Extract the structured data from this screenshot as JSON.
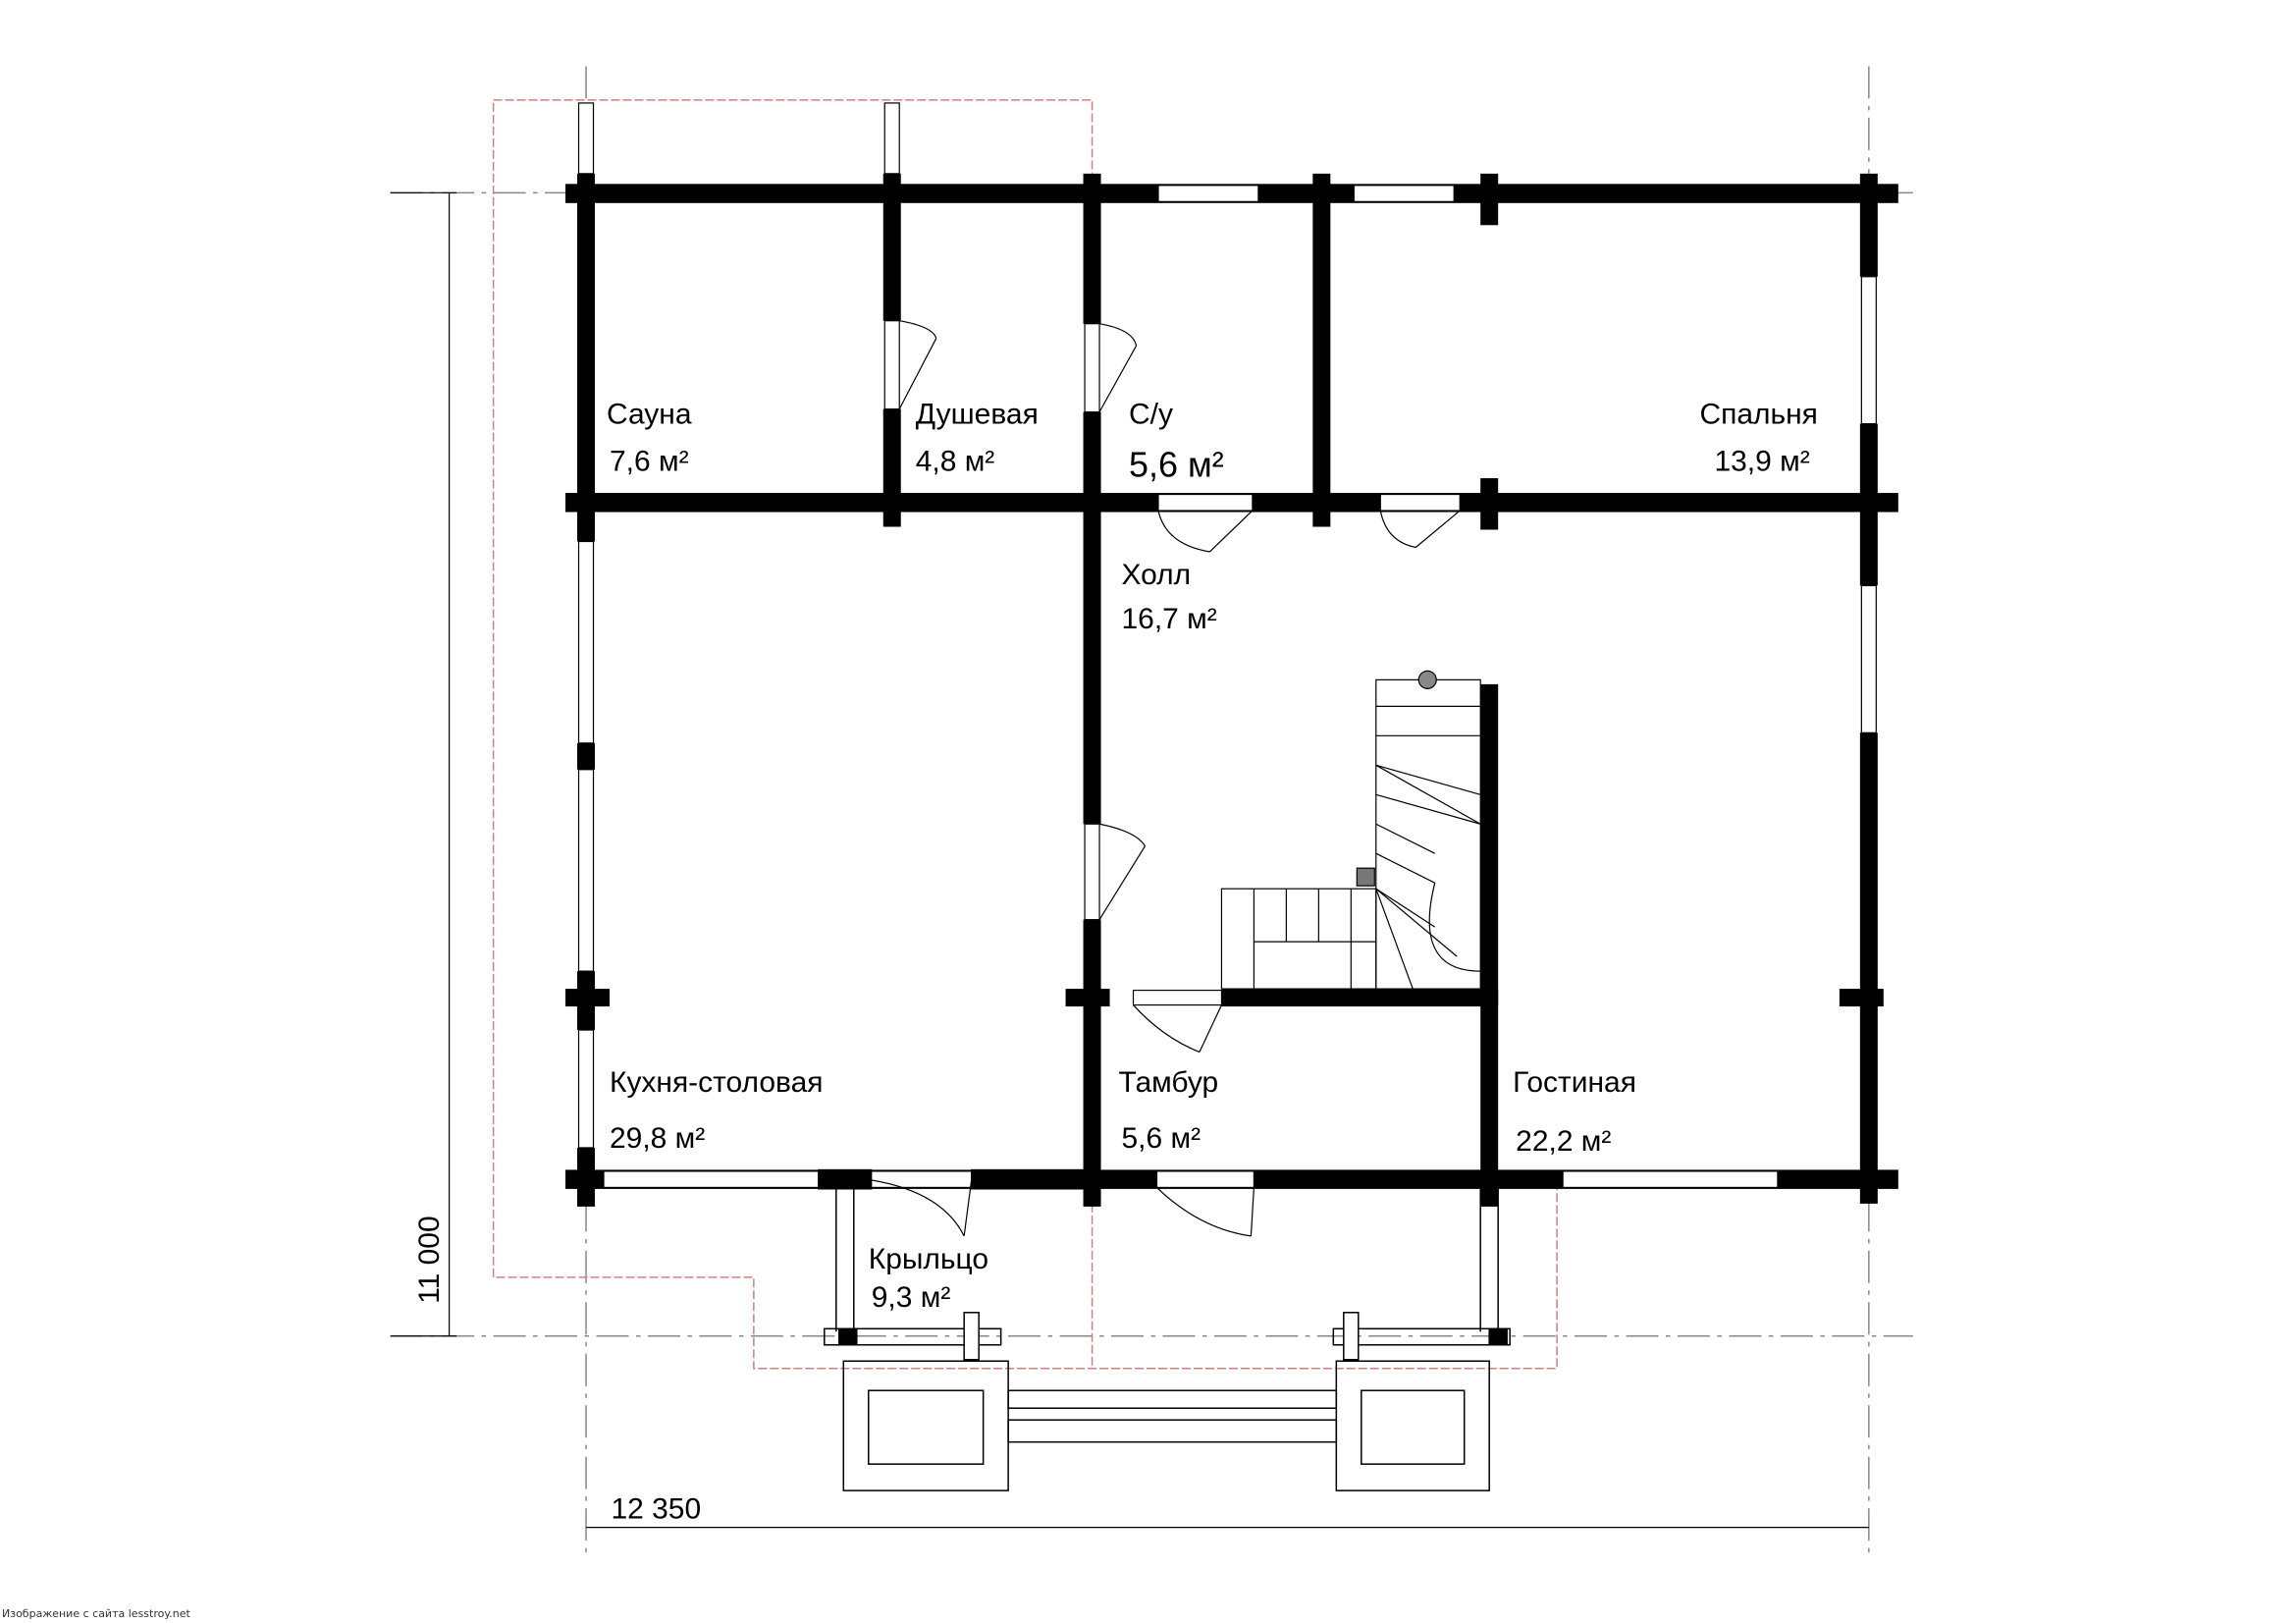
{
  "plan": {
    "rooms": [
      {
        "name": "Сауна",
        "area": "7,6 м²"
      },
      {
        "name": "Душевая",
        "area": "4,8 м²"
      },
      {
        "name": "С/у",
        "area": "5,6 м²"
      },
      {
        "name": "Спальня",
        "area": "13,9 м²"
      },
      {
        "name": "Холл",
        "area": "16,7 м²"
      },
      {
        "name": "Кухня-столовая",
        "area": "29,8 м²"
      },
      {
        "name": "Тамбур",
        "area": "5,6 м²"
      },
      {
        "name": "Гостиная",
        "area": "22,2 м²"
      },
      {
        "name": "Крыльцо",
        "area": "9,3 м²"
      }
    ],
    "dimensions": {
      "width": "12 350",
      "height": "11 000"
    }
  },
  "credit": "Изображение с сайта lesstroy.net",
  "colors": {
    "wall": "#000000",
    "axis": "#888888",
    "outline": "#d08080"
  }
}
